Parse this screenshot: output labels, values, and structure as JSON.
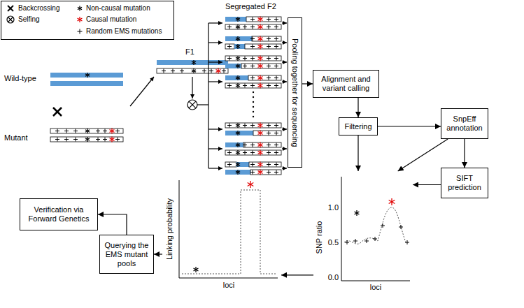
{
  "diagram": {
    "nodes": [
      {
        "text": [
          "Pooling together for sequencing"
        ]
      },
      {
        "text": [
          "Alignment and variant calling"
        ]
      },
      {
        "text": [
          "Filtering"
        ]
      },
      {
        "text": [
          "SnpEff annotation"
        ]
      },
      {
        "text": [
          "SIFT prediction"
        ]
      },
      {
        "text": [
          "SNP ratio",
          "1.0",
          "0.5",
          "0.0",
          "loci"
        ]
      },
      {
        "text": [
          "Linking probability",
          "loci"
        ]
      },
      {
        "text": [
          "Querying the EMS mutant pools"
        ]
      },
      {
        "text": [
          "Verification via Forward Genetics"
        ]
      }
    ],
    "edges": [
      {
        "from": 0,
        "to": 1,
        "arrow": "to"
      },
      {
        "from": 1,
        "to": 2,
        "arrow": "to"
      },
      {
        "from": 2,
        "to": 3,
        "arrow": "to"
      },
      {
        "from": 3,
        "to": 4,
        "arrow": "to"
      },
      {
        "from": 2,
        "to": 5,
        "arrow": "to"
      },
      {
        "from": 3,
        "to": 5,
        "arrow": "to"
      },
      {
        "from": 4,
        "to": 5,
        "arrow": "to"
      },
      {
        "from": 5,
        "to": 6,
        "arrow": "to"
      },
      {
        "from": 6,
        "to": 7,
        "arrow": "to"
      },
      {
        "from": 7,
        "to": 8,
        "arrow": "to"
      }
    ],
    "labels": [
      "Wild-type",
      "Mutant",
      "F1",
      "Segregated F2"
    ],
    "legend": [
      {
        "text": "Backcrossing"
      },
      {
        "text": "Selfing"
      },
      {
        "text": "Non-causal mutation"
      },
      {
        "text": "Causal mutation"
      },
      {
        "text": "Random EMS mutations"
      }
    ]
  }
}
